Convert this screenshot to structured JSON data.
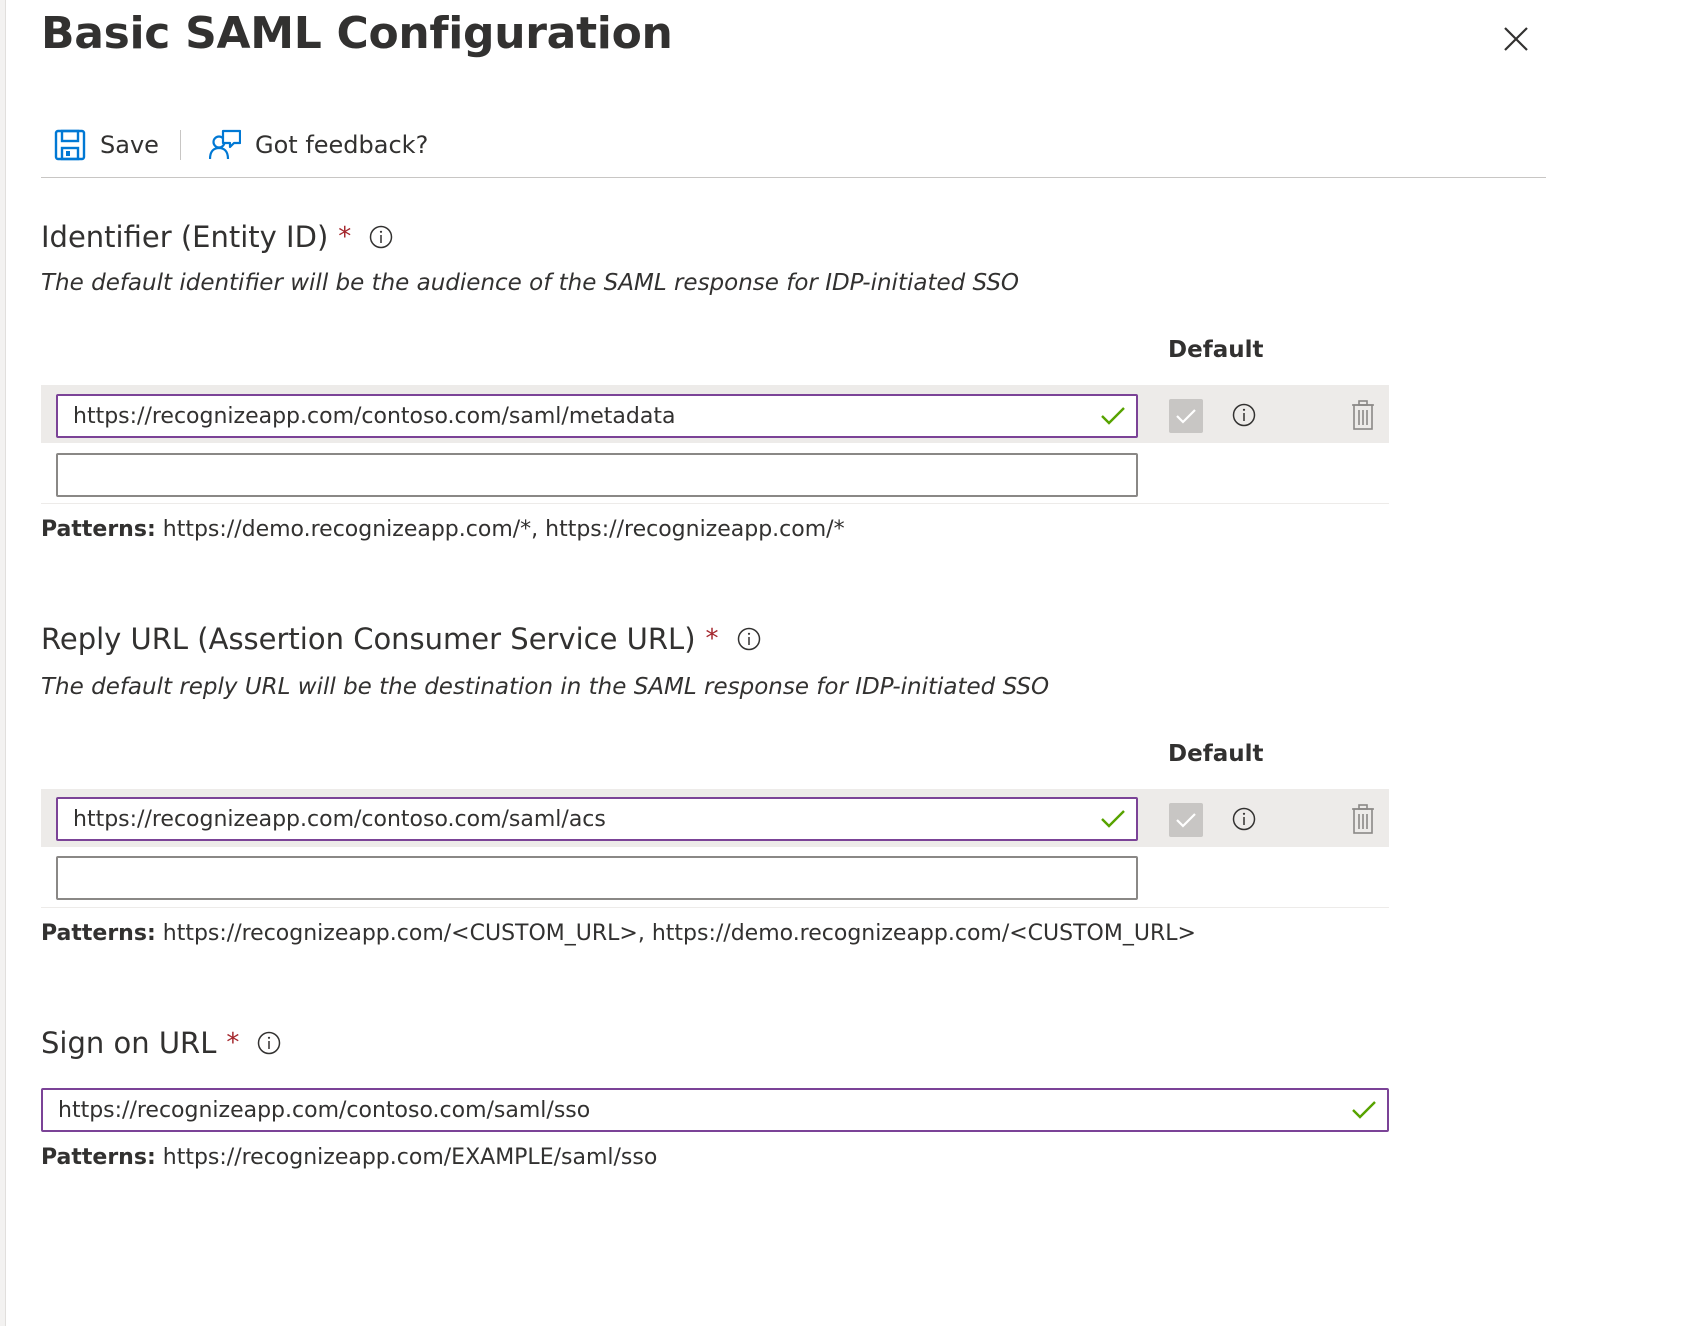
{
  "header": {
    "title": "Basic SAML Configuration"
  },
  "toolbar": {
    "save_label": "Save",
    "feedback_label": "Got feedback?"
  },
  "colors": {
    "accent": "#0078d4",
    "valid_border": "#7b4397",
    "required": "#a4262c",
    "valid_check": "#57a300"
  },
  "identifier": {
    "title": "Identifier (Entity ID)",
    "required": "*",
    "description": "The default identifier will be the audience of the SAML response for IDP-initiated SSO",
    "default_header": "Default",
    "value": "https://recognizeapp.com/contoso.com/saml/metadata",
    "empty_value": "",
    "patterns_label": "Patterns:",
    "patterns": "https://demo.recognizeapp.com/*, https://recognizeapp.com/*"
  },
  "reply_url": {
    "title": "Reply URL (Assertion Consumer Service URL)",
    "required": "*",
    "description": "The default reply URL will be the destination in the SAML response for IDP-initiated SSO",
    "default_header": "Default",
    "value": "https://recognizeapp.com/contoso.com/saml/acs",
    "empty_value": "",
    "patterns_label": "Patterns:",
    "patterns": "https://recognizeapp.com/<CUSTOM_URL>, https://demo.recognizeapp.com/<CUSTOM_URL>"
  },
  "sign_on": {
    "title": "Sign on URL",
    "required": "*",
    "value": "https://recognizeapp.com/contoso.com/saml/sso",
    "patterns_label": "Patterns:",
    "patterns": "https://recognizeapp.com/EXAMPLE/saml/sso"
  },
  "icons": [
    "close-icon",
    "save-icon",
    "feedback-icon",
    "info-icon",
    "check-icon",
    "trash-icon"
  ]
}
